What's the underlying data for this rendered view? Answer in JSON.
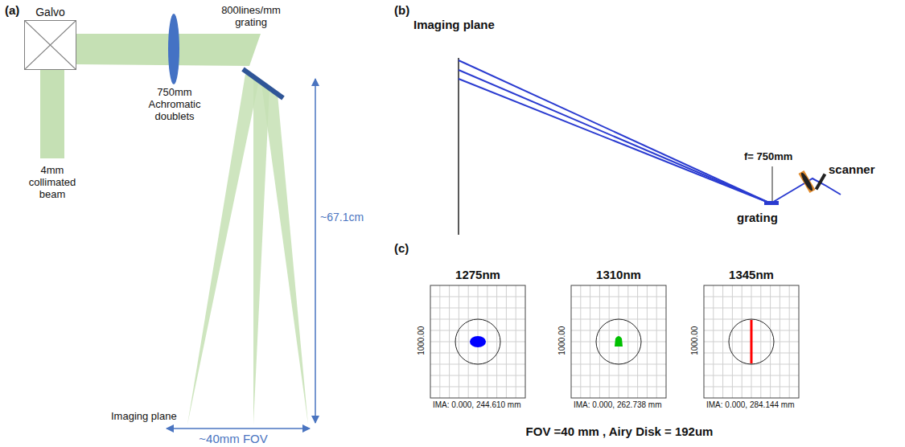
{
  "diagram": {
    "caption": "FOV =40 mm , Airy Disk = 192um",
    "nodes": [
      {
        "text": [
          "Galvo"
        ]
      }
    ],
    "labels": [
      "(a)",
      "800lines/mm grating",
      "750mm Achromatic doublets",
      "4mm collimated beam",
      "~67.1cm",
      "Imaging plane",
      "~40mm FOV",
      "(b)",
      "Imaging plane",
      "f= 750mm",
      "scanner",
      "grating",
      "(c)",
      "1275nm",
      "1310nm",
      "1345nm",
      "1000.00",
      "1000.00",
      "1000.00",
      "IMA: 0.000, 244.610 mm",
      "IMA: 0.000, 262.738 mm",
      "IMA: 0.000, 284.144 mm"
    ]
  }
}
